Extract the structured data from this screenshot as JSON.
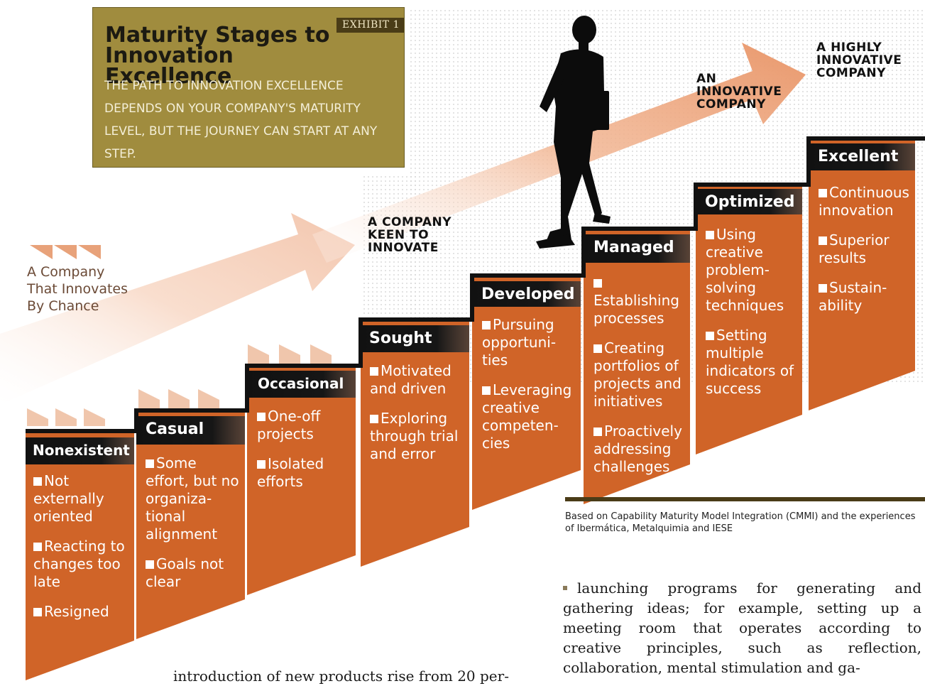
{
  "exhibit": {
    "tag": "EXHIBIT 1",
    "title": "Maturity Stages to Innovation Excellence",
    "subtitle": "THE PATH TO INNOVATION EXCELLENCE DEPENDS ON YOUR COMPANY'S MATURITY LEVEL, BUT THE JOURNEY CAN START AT ANY STEP."
  },
  "arrow_labels": {
    "by_chance": "A Company That Innovates By Chance",
    "keen": "A COMPANY KEEN TO INNOVATE",
    "innovative": "AN INNOVATIVE COMPANY",
    "highly": "A HIGHLY INNOVATIVE COMPANY"
  },
  "stages": [
    {
      "name": "Nonexistent",
      "bullets": [
        "Not externally oriented",
        "Reacting to changes too late",
        "Resigned"
      ]
    },
    {
      "name": "Casual",
      "bullets": [
        "Some effort, but no organiza-tional alignment",
        "Goals not clear"
      ]
    },
    {
      "name": "Occasional",
      "bullets": [
        "One-off projects",
        "Isolated efforts"
      ]
    },
    {
      "name": "Sought",
      "bullets": [
        "Motivated and driven",
        "Exploring through trial and error"
      ]
    },
    {
      "name": "Developed",
      "bullets": [
        "Pursuing opportuni-ties",
        "Leveraging creative competen-cies"
      ]
    },
    {
      "name": "Managed",
      "bullets": [
        "Establishing processes",
        "Creating portfolios of projects and initiatives",
        "Proactively addressing challenges"
      ]
    },
    {
      "name": "Optimized",
      "bullets": [
        "Using creative problem-solving techniques",
        "Setting multiple indicators of success"
      ]
    },
    {
      "name": "Excellent",
      "bullets": [
        "Continuous innovation",
        "Superior results",
        "Sustain-ability"
      ]
    }
  ],
  "caption": "Based on Capability Maturity Model Integration (CMMI) and the experiences of Ibermática, Metalquimia and IESE",
  "body": {
    "left_fragment": "introduction of new products rise from 20 per-",
    "right_bullet": "launching programs for generating and gathering ideas; for example, setting up a meeting room that operates according to creative principles, such as reflection, collaboration, mental stimulation and ga-"
  },
  "colors": {
    "stage_body": "#d06428",
    "stage_header": "#111111",
    "title_box": "#a08c3e",
    "arrow": "#f0b08a"
  }
}
